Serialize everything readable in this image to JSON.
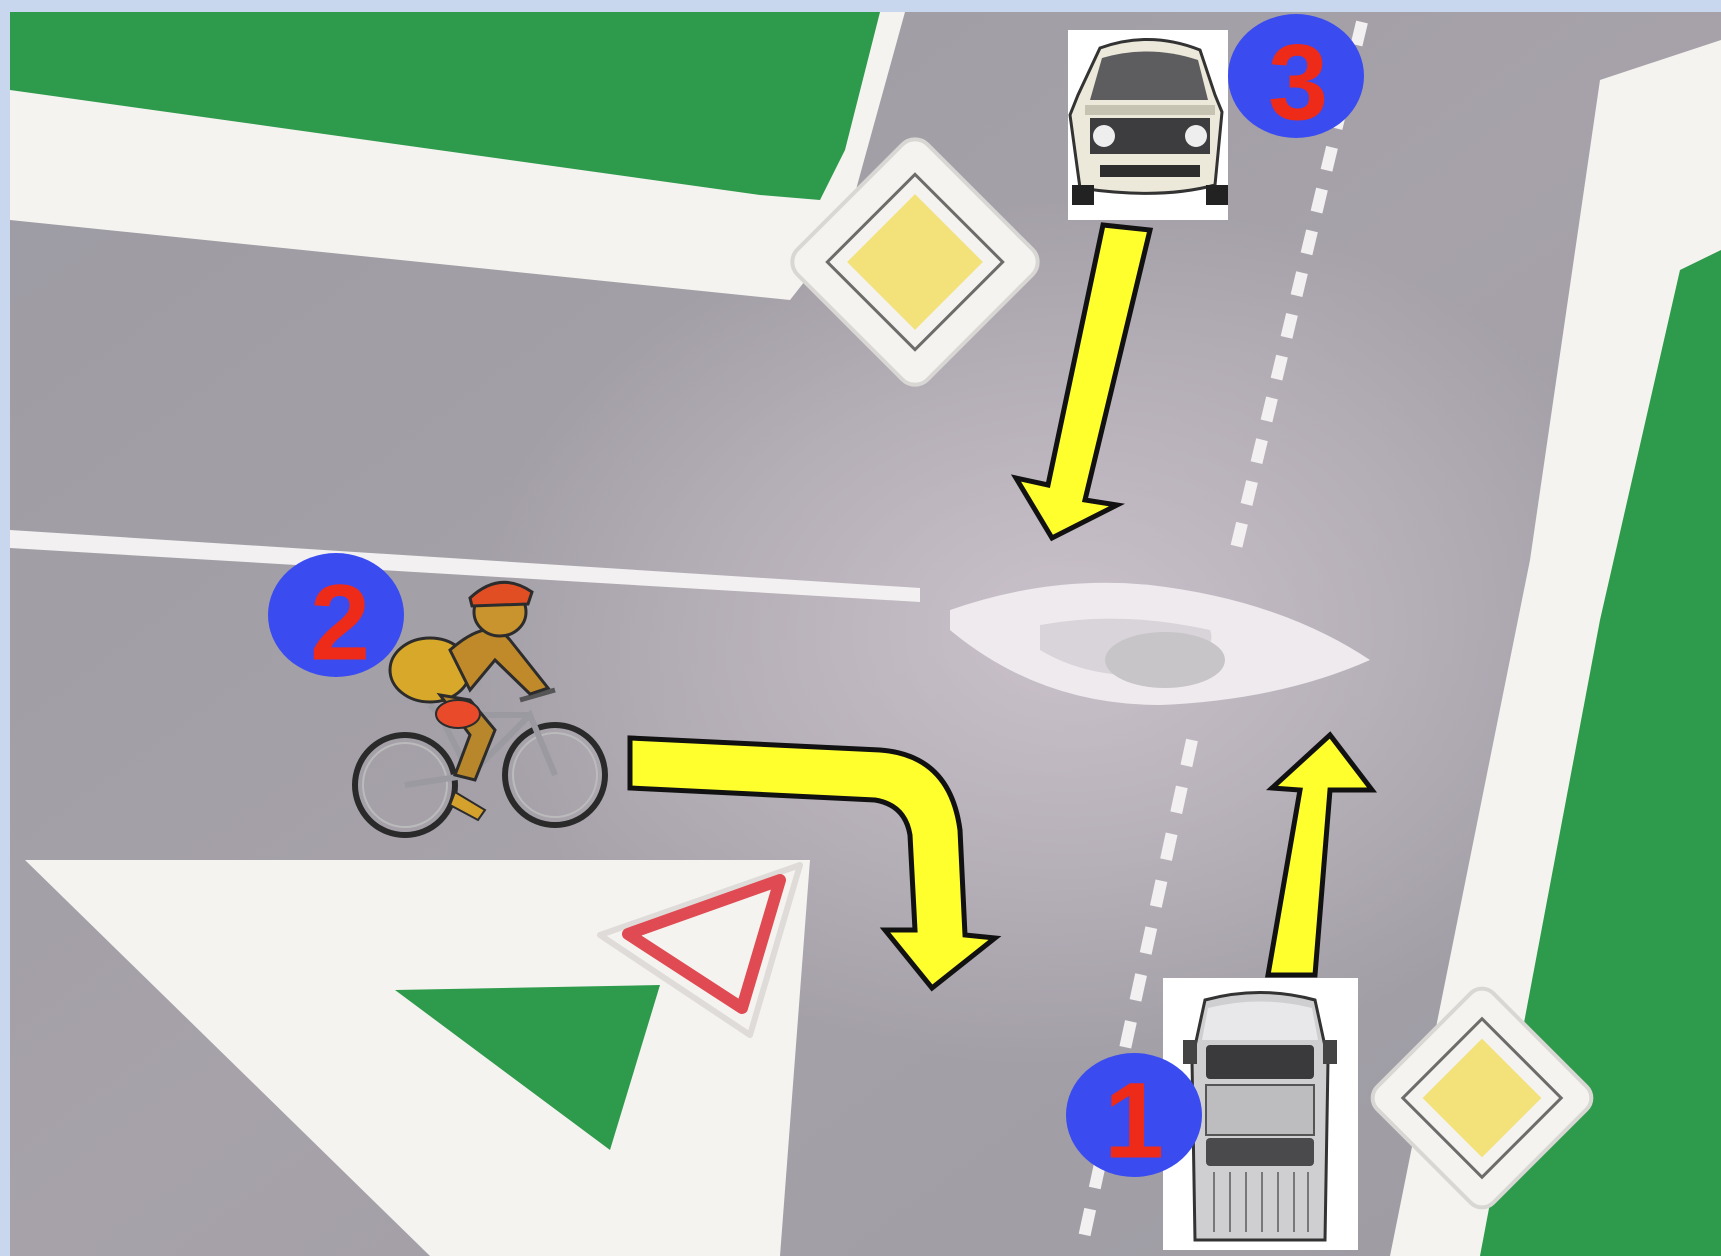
{
  "scene": {
    "description_free": true,
    "colors": {
      "frame": "#c9d7ee",
      "road": "#a3a0a7",
      "grass": "#2e9a4c",
      "marking": "#f2f2f0",
      "arrow_fill": "#ffff2e",
      "arrow_stroke": "#111111",
      "badge_fill": "#3a4cf0",
      "badge_text": "#ee2a18",
      "yield_border": "#e04a52",
      "priority_center": "#f3e27a"
    }
  },
  "participants": [
    {
      "id": "truck",
      "label": "1",
      "icon": "pickup-truck-icon"
    },
    {
      "id": "cyclist",
      "label": "2",
      "icon": "cyclist-icon"
    },
    {
      "id": "car",
      "label": "3",
      "icon": "car-icon"
    }
  ],
  "signs": [
    {
      "type": "priority-road",
      "icon": "priority-road-sign-icon"
    },
    {
      "type": "yield",
      "icon": "yield-sign-icon"
    },
    {
      "type": "priority-road",
      "icon": "priority-road-sign-icon"
    }
  ],
  "arrows": [
    {
      "from": "car",
      "maneuver": "straight-down"
    },
    {
      "from": "cyclist",
      "maneuver": "turn-right"
    },
    {
      "from": "truck",
      "maneuver": "straight-up"
    }
  ]
}
